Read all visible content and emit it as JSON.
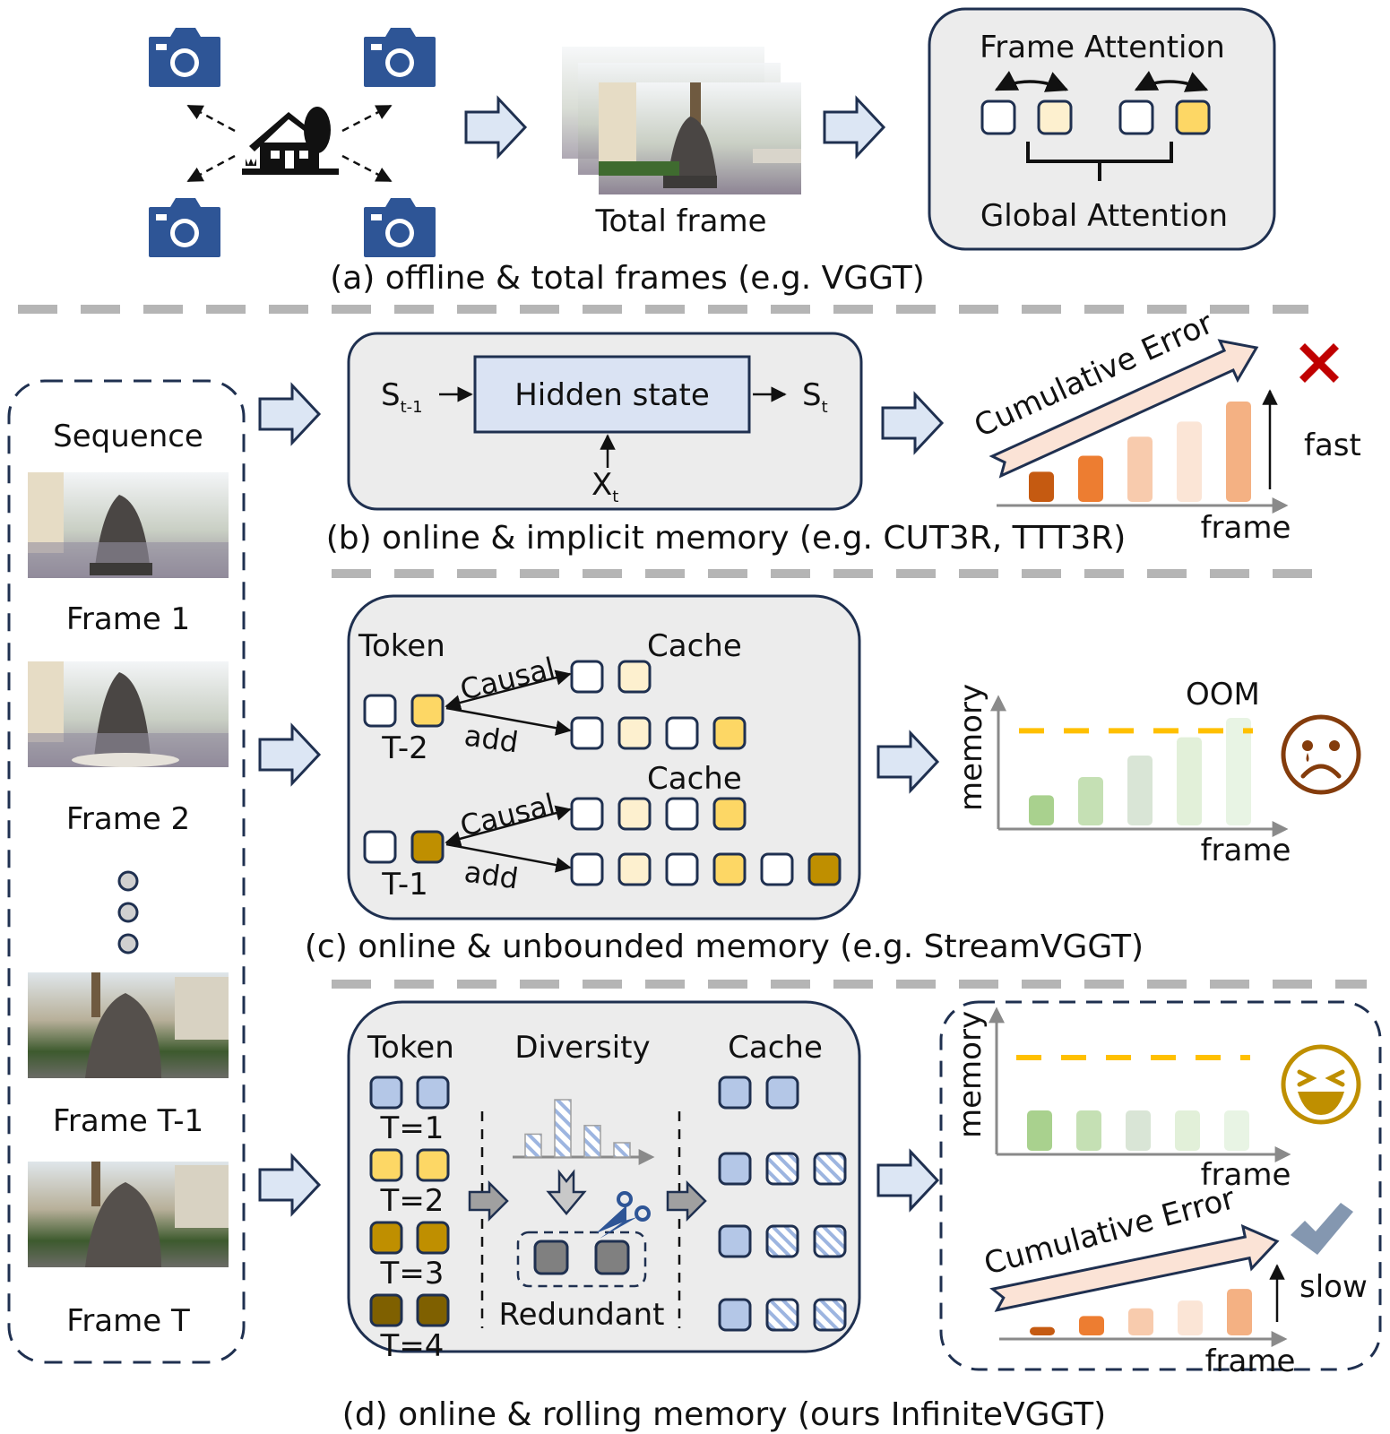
{
  "colors": {
    "navy": "#1f3050",
    "camera_blue": "#2e5596",
    "panel_gray": "#ececec",
    "arrow_fill": "#dce6f4",
    "token_white": "#ffffff",
    "token_pale_yellow": "#fdf0cf",
    "token_yellow": "#fdd765",
    "token_gold": "#bf8f00",
    "token_dark_gold": "#7f6000",
    "token_blue": "#b4c7e7",
    "redundant_gray": "#808080",
    "oom_line": "#ffc000",
    "cross_red": "#c00000",
    "check_gray_blue": "#8497b0",
    "sad_brown": "#843c0c",
    "happy_gold": "#bf8f00",
    "error_arrow_fill": "#fbe3d6",
    "orange_bars": [
      "#c55a11",
      "#ed7d31",
      "#f8cbad",
      "#fbe5d6",
      "#f4b183"
    ],
    "green_bars": [
      "#a9d18e",
      "#c5e0b4",
      "#d9e5d6",
      "#e2f0d9",
      "#e8f4e4"
    ]
  },
  "panel_a": {
    "icons": [
      "camera-icon",
      "camera-icon",
      "camera-icon",
      "camera-icon",
      "house-tree-icon"
    ],
    "total_frame_label": "Total frame",
    "frame_attention_label": "Frame Attention",
    "global_attention_label": "Global Attention",
    "attention_tokens": [
      "white",
      "pale_yellow",
      "white",
      "yellow"
    ],
    "caption": "(a) offline & total frames (e.g. VGGT)"
  },
  "sequence": {
    "title": "Sequence",
    "frames": [
      "Frame 1",
      "Frame 2",
      "Frame T-1",
      "Frame T"
    ],
    "ellipsis_dots": 3
  },
  "panel_b": {
    "input_state": "S",
    "input_state_sub": "t-1",
    "hidden_state_label": "Hidden state",
    "output_state": "S",
    "output_state_sub": "t",
    "input_x": "X",
    "input_x_sub": "t",
    "error_label": "Cumulative Error",
    "speed_label": "fast",
    "x_axis_label": "frame",
    "error_bars": [
      0.3,
      0.46,
      0.65,
      0.8,
      1.0
    ],
    "status_icon": "cross-icon",
    "caption": "(b) online & implicit memory (e.g. CUT3R, TTT3R)"
  },
  "panel_c": {
    "token_label": "Token",
    "cache_label": "Cache",
    "causal_label": "Causal",
    "add_label": "add",
    "steps": [
      {
        "time": "T-2",
        "tokens": [
          "white",
          "yellow"
        ],
        "cache_before": [
          "white",
          "pale_yellow"
        ],
        "cache_after": [
          "white",
          "pale_yellow",
          "white",
          "yellow"
        ]
      },
      {
        "time": "T-1",
        "tokens": [
          "white",
          "gold"
        ],
        "cache_before": [
          "white",
          "pale_yellow",
          "white",
          "yellow"
        ],
        "cache_after": [
          "white",
          "pale_yellow",
          "white",
          "yellow",
          "white",
          "gold"
        ]
      }
    ],
    "memory_label": "memory",
    "x_axis_label": "frame",
    "oom_label": "OOM",
    "memory_bars": [
      0.28,
      0.45,
      0.65,
      0.82,
      1.0
    ],
    "memory_limit": 0.88,
    "status_icon": "sad-face-icon",
    "caption": "(c) online & unbounded memory (e.g. StreamVGGT)"
  },
  "panel_d": {
    "token_label": "Token",
    "diversity_label": "Diversity",
    "cache_label": "Cache",
    "redundant_label": "Redundant",
    "token_steps": [
      {
        "time": "T=1",
        "color": "blue"
      },
      {
        "time": "T=2",
        "color": "yellow"
      },
      {
        "time": "T=3",
        "color": "gold"
      },
      {
        "time": "T=4",
        "color": "dark_gold"
      }
    ],
    "diversity_bars": [
      0.4,
      1.0,
      0.55,
      0.25
    ],
    "cache_rows": [
      [
        "blue",
        "blue"
      ],
      [
        "blue",
        "hatched",
        "hatched"
      ],
      [
        "blue",
        "hatched",
        "hatched"
      ],
      [
        "blue",
        "hatched",
        "hatched"
      ]
    ],
    "memory_label": "memory",
    "x_axis_label": "frame",
    "memory_bars": [
      0.5,
      0.5,
      0.5,
      0.5,
      0.5
    ],
    "memory_limit": 0.93,
    "error_label": "Cumulative Error",
    "speed_label": "slow",
    "error_bars": [
      0.13,
      0.3,
      0.42,
      0.54,
      0.72
    ],
    "memory_status_icon": "laughing-face-icon",
    "error_status_icon": "check-icon",
    "caption": "(d) online & rolling memory (ours InfiniteVGGT)"
  }
}
